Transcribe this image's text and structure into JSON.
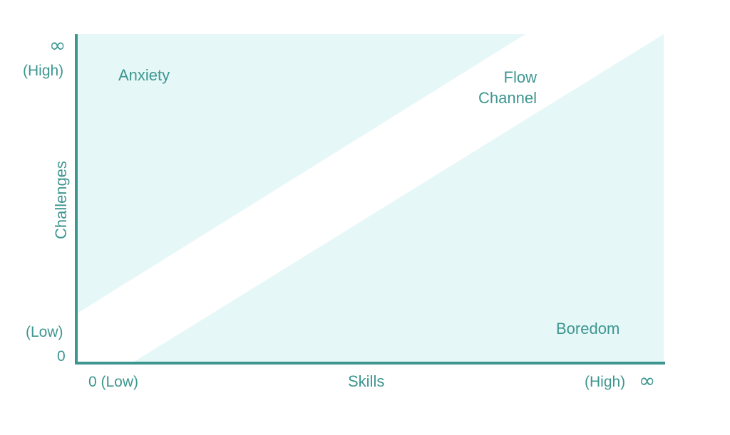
{
  "diagram": {
    "regions": {
      "anxiety": "Anxiety",
      "flow_line1": "Flow",
      "flow_line2": "Channel",
      "boredom": "Boredom"
    },
    "axes": {
      "x_title": "Skills",
      "y_title": "Challenges",
      "x_low": "0 (Low)",
      "x_high": "(High)",
      "x_infinity": "∞",
      "y_high": "(High)",
      "y_infinity": "∞",
      "y_low": "(Low)",
      "y_zero": "0"
    },
    "colors": {
      "fill": "#e6f7f7",
      "axis": "#3d9690",
      "text": "#3d9690",
      "channel": "#ffffff"
    }
  }
}
